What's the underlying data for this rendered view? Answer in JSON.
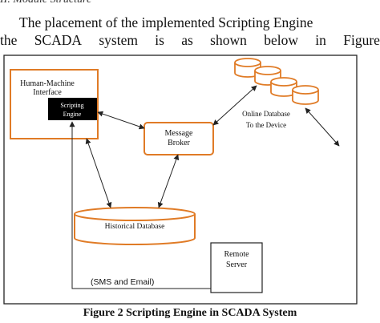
{
  "section_heading": "II.  Module Structure",
  "paragraph": {
    "line1": "The placement of the implemented Scripting Engine",
    "line2_words": [
      "the",
      "SCADA",
      "system",
      "is",
      "as",
      "shown",
      "below",
      "in",
      "Figure"
    ]
  },
  "diagram": {
    "hmi_label_line1": "Human-Machine",
    "hmi_label_line2": "Interface",
    "scripting_engine_line1": "Scripting",
    "scripting_engine_line2": "Engine",
    "message_broker_line1": "Message",
    "message_broker_line2": "Broker",
    "online_db_line1": "Online Database",
    "online_db_line2": "To the Device",
    "historical_db_label": "Historical Database",
    "remote_server_line1": "Remote",
    "remote_server_line2": "Server",
    "sms_email_label": "(SMS and Email)",
    "colors": {
      "accent_orange": "#e07b26",
      "engine_fill": "#000000",
      "line": "#222222"
    }
  },
  "caption": "Figure 2 Scripting Engine in SCADA System"
}
